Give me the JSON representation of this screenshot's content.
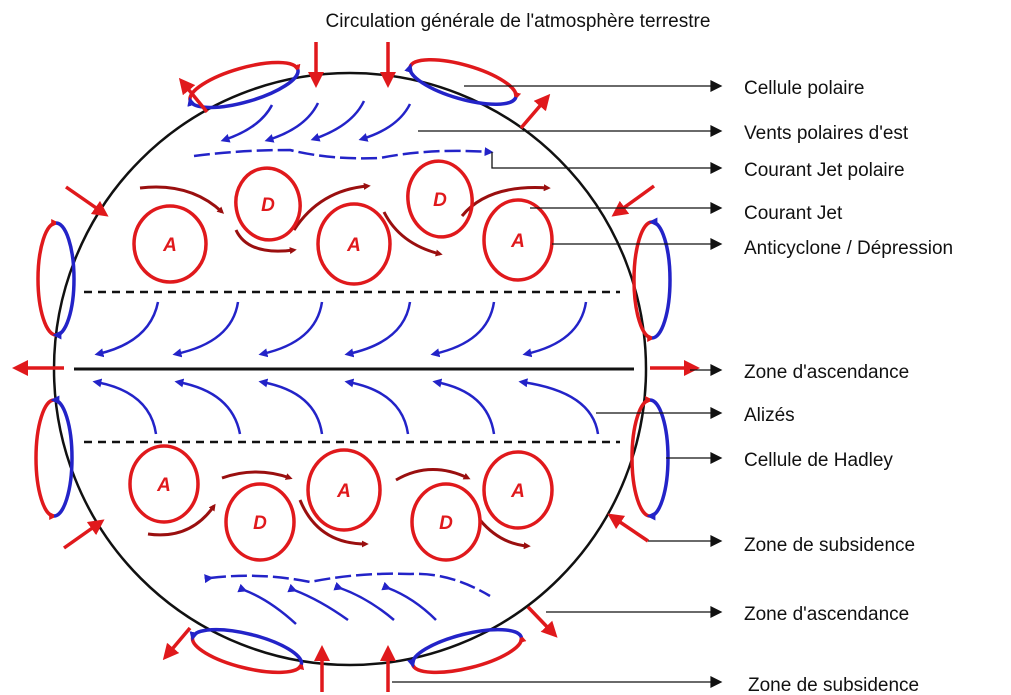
{
  "title": "Circulation générale de l'atmosphère terrestre",
  "colors": {
    "red": "#e0191c",
    "blue": "#2323c8",
    "dark_red": "#9a0f0f",
    "black": "#111111"
  },
  "labels": [
    "Cellule polaire",
    "Vents polaires d'est",
    "Courant Jet polaire",
    "Courant Jet",
    "Anticyclone / Dépression",
    "Zone d'ascendance",
    "Alizés",
    "Cellule de Hadley",
    "Zone de subsidence",
    "Zone d'ascendance",
    "Zone de subsidence"
  ],
  "pressure_cells": {
    "north": [
      "A",
      "D",
      "A",
      "D",
      "A"
    ],
    "south": [
      "A",
      "D",
      "A",
      "D",
      "A"
    ]
  }
}
